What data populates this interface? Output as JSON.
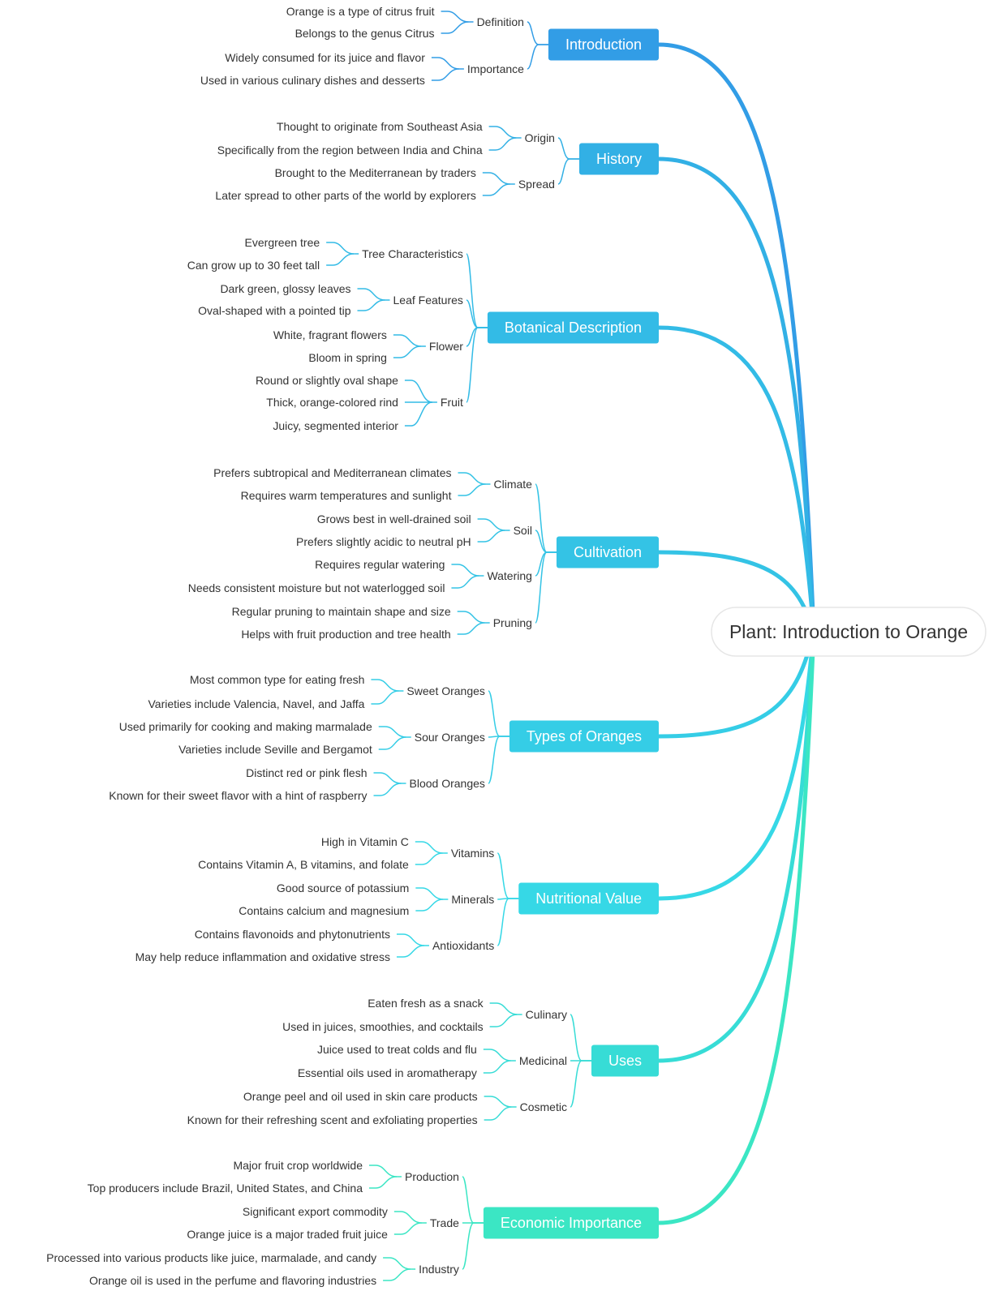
{
  "root": {
    "label": "Plant: Introduction to Orange"
  },
  "colors": {
    "gradient_top": "#3299e6",
    "gradient_bottom": "#3be6c4",
    "root_fill": "#ffffff",
    "root_stroke": "#e6e6e6",
    "text": "#333333"
  },
  "branches": [
    {
      "label": "Introduction",
      "color": "#329de6",
      "children": [
        {
          "label": "Definition",
          "children": [
            "Orange is a type of citrus fruit",
            "Belongs to the genus Citrus"
          ]
        },
        {
          "label": "Importance",
          "children": [
            "Widely consumed for its juice and flavor",
            "Used in various culinary dishes and desserts"
          ]
        }
      ]
    },
    {
      "label": "History",
      "color": "#32b0e5",
      "children": [
        {
          "label": "Origin",
          "children": [
            "Thought to originate from Southeast Asia",
            "Specifically from the region between India and China"
          ]
        },
        {
          "label": "Spread",
          "children": [
            "Brought to the Mediterranean by traders",
            "Later spread to other parts of the world by explorers"
          ]
        }
      ]
    },
    {
      "label": "Botanical Description",
      "color": "#33bbe6",
      "children": [
        {
          "label": "Tree Characteristics",
          "children": [
            "Evergreen tree",
            "Can grow up to 30 feet tall"
          ]
        },
        {
          "label": "Leaf Features",
          "children": [
            "Dark green, glossy leaves",
            "Oval-shaped with a pointed tip"
          ]
        },
        {
          "label": "Flower",
          "children": [
            "White, fragrant flowers",
            "Bloom in spring"
          ]
        },
        {
          "label": "Fruit",
          "children": [
            "Round or slightly oval shape",
            "Thick, orange-colored rind",
            "Juicy, segmented interior"
          ]
        }
      ]
    },
    {
      "label": "Cultivation",
      "color": "#34c3e5",
      "children": [
        {
          "label": "Climate",
          "children": [
            "Prefers subtropical and Mediterranean climates",
            "Requires warm temperatures and sunlight"
          ]
        },
        {
          "label": "Soil",
          "children": [
            "Grows best in well-drained soil",
            "Prefers slightly acidic to neutral pH"
          ]
        },
        {
          "label": "Watering",
          "children": [
            "Requires regular watering",
            "Needs consistent moisture but not waterlogged soil"
          ]
        },
        {
          "label": "Pruning",
          "children": [
            "Regular pruning to maintain shape and size",
            "Helps with fruit production and tree health"
          ]
        }
      ]
    },
    {
      "label": "Types of Oranges",
      "color": "#35cde6",
      "children": [
        {
          "label": "Sweet Oranges",
          "children": [
            "Most common type for eating fresh",
            "Varieties include Valencia, Navel, and Jaffa"
          ]
        },
        {
          "label": "Sour Oranges",
          "children": [
            "Used primarily for cooking and making marmalade",
            "Varieties include Seville and Bergamot"
          ]
        },
        {
          "label": "Blood Oranges",
          "children": [
            "Distinct red or pink flesh",
            "Known for their sweet flavor with a hint of raspberry"
          ]
        }
      ]
    },
    {
      "label": "Nutritional Value",
      "color": "#36d8e6",
      "children": [
        {
          "label": "Vitamins",
          "children": [
            "High in Vitamin C",
            "Contains Vitamin A, B vitamins, and folate"
          ]
        },
        {
          "label": "Minerals",
          "children": [
            "Good source of potassium",
            "Contains calcium and magnesium"
          ]
        },
        {
          "label": "Antioxidants",
          "children": [
            "Contains flavonoids and phytonutrients",
            "May help reduce inflammation and oxidative stress"
          ]
        }
      ]
    },
    {
      "label": "Uses",
      "color": "#37dcd6",
      "children": [
        {
          "label": "Culinary",
          "children": [
            "Eaten fresh as a snack",
            "Used in juices, smoothies, and cocktails"
          ]
        },
        {
          "label": "Medicinal",
          "children": [
            "Juice used to treat colds and flu",
            "Essential oils used in aromatherapy"
          ]
        },
        {
          "label": "Cosmetic",
          "children": [
            "Orange peel and oil used in skin care products",
            "Known for their refreshing scent and exfoliating properties"
          ]
        }
      ]
    },
    {
      "label": "Economic Importance",
      "color": "#3be6c4",
      "children": [
        {
          "label": "Production",
          "children": [
            "Major fruit crop worldwide",
            "Top producers include Brazil, United States, and China"
          ]
        },
        {
          "label": "Trade",
          "children": [
            "Significant export commodity",
            "Orange juice is a major traded fruit juice"
          ]
        },
        {
          "label": "Industry",
          "children": [
            "Processed into various products like juice, marmalade, and candy",
            "Orange oil is used in the perfume and flavoring industries"
          ]
        }
      ]
    }
  ]
}
